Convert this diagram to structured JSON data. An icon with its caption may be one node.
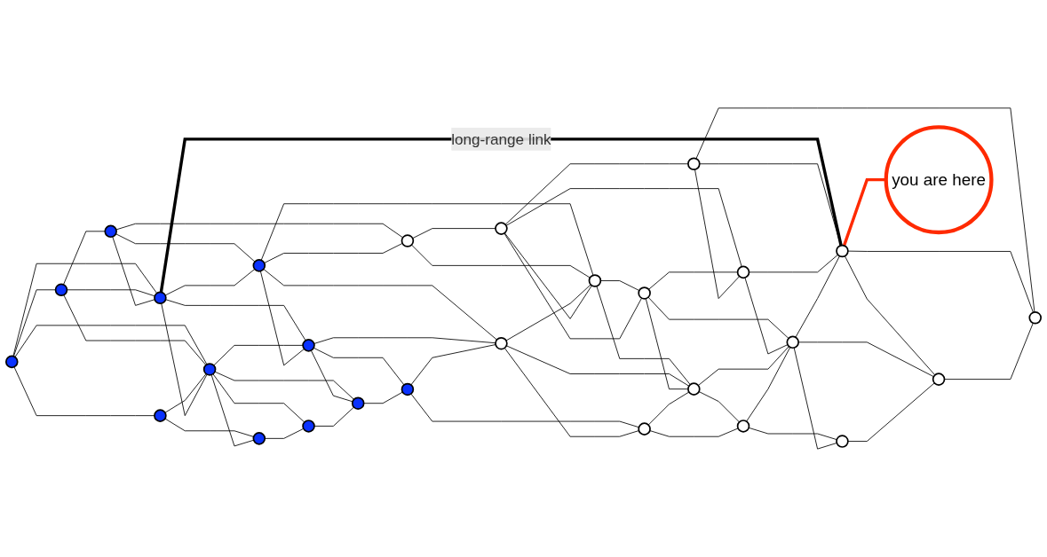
{
  "diagram": {
    "nodes": [
      {
        "text": [],
        "shape": "circle"
      },
      {
        "text": [],
        "shape": "circle"
      },
      {
        "text": [],
        "shape": "circle"
      },
      {
        "text": [],
        "shape": "circle"
      },
      {
        "text": [],
        "shape": "circle"
      },
      {
        "text": [],
        "shape": "circle"
      },
      {
        "text": [],
        "shape": "circle"
      },
      {
        "text": [],
        "shape": "circle"
      },
      {
        "text": [],
        "shape": "circle"
      },
      {
        "text": [],
        "shape": "circle"
      },
      {
        "text": [],
        "shape": "circle"
      },
      {
        "text": [],
        "shape": "circle"
      },
      {
        "text": [],
        "shape": "circle"
      },
      {
        "text": [],
        "shape": "circle"
      },
      {
        "text": [],
        "shape": "circle"
      },
      {
        "text": [],
        "shape": "circle"
      },
      {
        "text": [],
        "shape": "circle"
      },
      {
        "text": [],
        "shape": "circle"
      },
      {
        "text": [],
        "shape": "circle"
      },
      {
        "text": [],
        "shape": "circle"
      },
      {
        "text": [],
        "shape": "circle"
      },
      {
        "text": [],
        "shape": "circle"
      },
      {
        "text": [],
        "shape": "circle"
      },
      {
        "text": [],
        "shape": "circle"
      },
      {
        "text": [],
        "shape": "circle"
      },
      {
        "text": [],
        "shape": "circle"
      },
      {
        "text": [],
        "shape": "circle"
      },
      {
        "text": [
          "you are here"
        ]
      }
    ],
    "edges": [
      {
        "from": 0,
        "to": 1,
        "arrow": "none"
      },
      {
        "from": 0,
        "to": 3,
        "arrow": "none"
      },
      {
        "from": 0,
        "to": 5,
        "arrow": "none"
      },
      {
        "from": 0,
        "to": 4,
        "arrow": "none"
      },
      {
        "from": 1,
        "to": 5,
        "arrow": "none"
      },
      {
        "from": 1,
        "to": 4,
        "arrow": "none"
      },
      {
        "from": 1,
        "to": 2,
        "arrow": "none"
      },
      {
        "from": 2,
        "to": 4,
        "arrow": "none"
      },
      {
        "from": 2,
        "to": 6,
        "arrow": "none"
      },
      {
        "from": 2,
        "to": 12,
        "arrow": "none"
      },
      {
        "from": 3,
        "to": 5,
        "arrow": "none"
      },
      {
        "from": 3,
        "to": 7,
        "arrow": "none"
      },
      {
        "from": 4,
        "to": 5,
        "arrow": "none"
      },
      {
        "from": 4,
        "to": 6,
        "arrow": "none"
      },
      {
        "from": 4,
        "to": 8,
        "arrow": "none"
      },
      {
        "from": 4,
        "to": 20,
        "arrow": "none",
        "label": "long-range link",
        "style": "thick"
      },
      {
        "from": 5,
        "to": 7,
        "arrow": "none"
      },
      {
        "from": 5,
        "to": 9,
        "arrow": "none"
      },
      {
        "from": 5,
        "to": 10,
        "arrow": "none"
      },
      {
        "from": 5,
        "to": 8,
        "arrow": "none"
      },
      {
        "from": 6,
        "to": 8,
        "arrow": "none"
      },
      {
        "from": 6,
        "to": 12,
        "arrow": "none"
      },
      {
        "from": 6,
        "to": 16,
        "arrow": "none"
      },
      {
        "from": 6,
        "to": 14,
        "arrow": "none"
      },
      {
        "from": 7,
        "to": 9,
        "arrow": "none"
      },
      {
        "from": 8,
        "to": 16,
        "arrow": "none"
      },
      {
        "from": 8,
        "to": 11,
        "arrow": "none"
      },
      {
        "from": 8,
        "to": 10,
        "arrow": "none"
      },
      {
        "from": 9,
        "to": 10,
        "arrow": "none"
      },
      {
        "from": 10,
        "to": 11,
        "arrow": "none"
      },
      {
        "from": 11,
        "to": 16,
        "arrow": "none"
      },
      {
        "from": 11,
        "to": 21,
        "arrow": "none"
      },
      {
        "from": 16,
        "to": 21,
        "arrow": "none"
      },
      {
        "from": 12,
        "to": 13,
        "arrow": "none"
      },
      {
        "from": 12,
        "to": 14,
        "arrow": "none"
      },
      {
        "from": 16,
        "to": 14,
        "arrow": "none"
      },
      {
        "from": 13,
        "to": 14,
        "arrow": "none"
      },
      {
        "from": 14,
        "to": 19,
        "arrow": "none"
      },
      {
        "from": 14,
        "to": 17,
        "arrow": "none"
      },
      {
        "from": 13,
        "to": 17,
        "arrow": "none"
      },
      {
        "from": 13,
        "to": 18,
        "arrow": "none"
      },
      {
        "from": 16,
        "to": 19,
        "arrow": "none"
      },
      {
        "from": 17,
        "to": 19,
        "arrow": "none"
      },
      {
        "from": 17,
        "to": 18,
        "arrow": "none"
      },
      {
        "from": 17,
        "to": 22,
        "arrow": "none"
      },
      {
        "from": 13,
        "to": 15,
        "arrow": "none"
      },
      {
        "from": 15,
        "to": 18,
        "arrow": "none"
      },
      {
        "from": 15,
        "to": 20,
        "arrow": "none"
      },
      {
        "from": 15,
        "to": 23,
        "arrow": "none"
      },
      {
        "from": 18,
        "to": 20,
        "arrow": "none"
      },
      {
        "from": 18,
        "to": 22,
        "arrow": "none"
      },
      {
        "from": 22,
        "to": 20,
        "arrow": "none"
      },
      {
        "from": 20,
        "to": 23,
        "arrow": "none"
      },
      {
        "from": 20,
        "to": 24,
        "arrow": "none"
      },
      {
        "from": 20,
        "to": 27,
        "arrow": "none",
        "style": "thick",
        "color": "#ff2a00"
      },
      {
        "from": 21,
        "to": 19,
        "arrow": "none"
      },
      {
        "from": 19,
        "to": 22,
        "arrow": "none"
      },
      {
        "from": 19,
        "to": 25,
        "arrow": "none"
      },
      {
        "from": 21,
        "to": 25,
        "arrow": "none"
      },
      {
        "from": 25,
        "to": 22,
        "arrow": "none"
      },
      {
        "from": 25,
        "to": 26,
        "arrow": "none"
      },
      {
        "from": 22,
        "to": 24,
        "arrow": "none"
      },
      {
        "from": 22,
        "to": 26,
        "arrow": "none"
      },
      {
        "from": 26,
        "to": 24,
        "arrow": "none"
      },
      {
        "from": 24,
        "to": 23,
        "arrow": "none"
      }
    ]
  }
}
